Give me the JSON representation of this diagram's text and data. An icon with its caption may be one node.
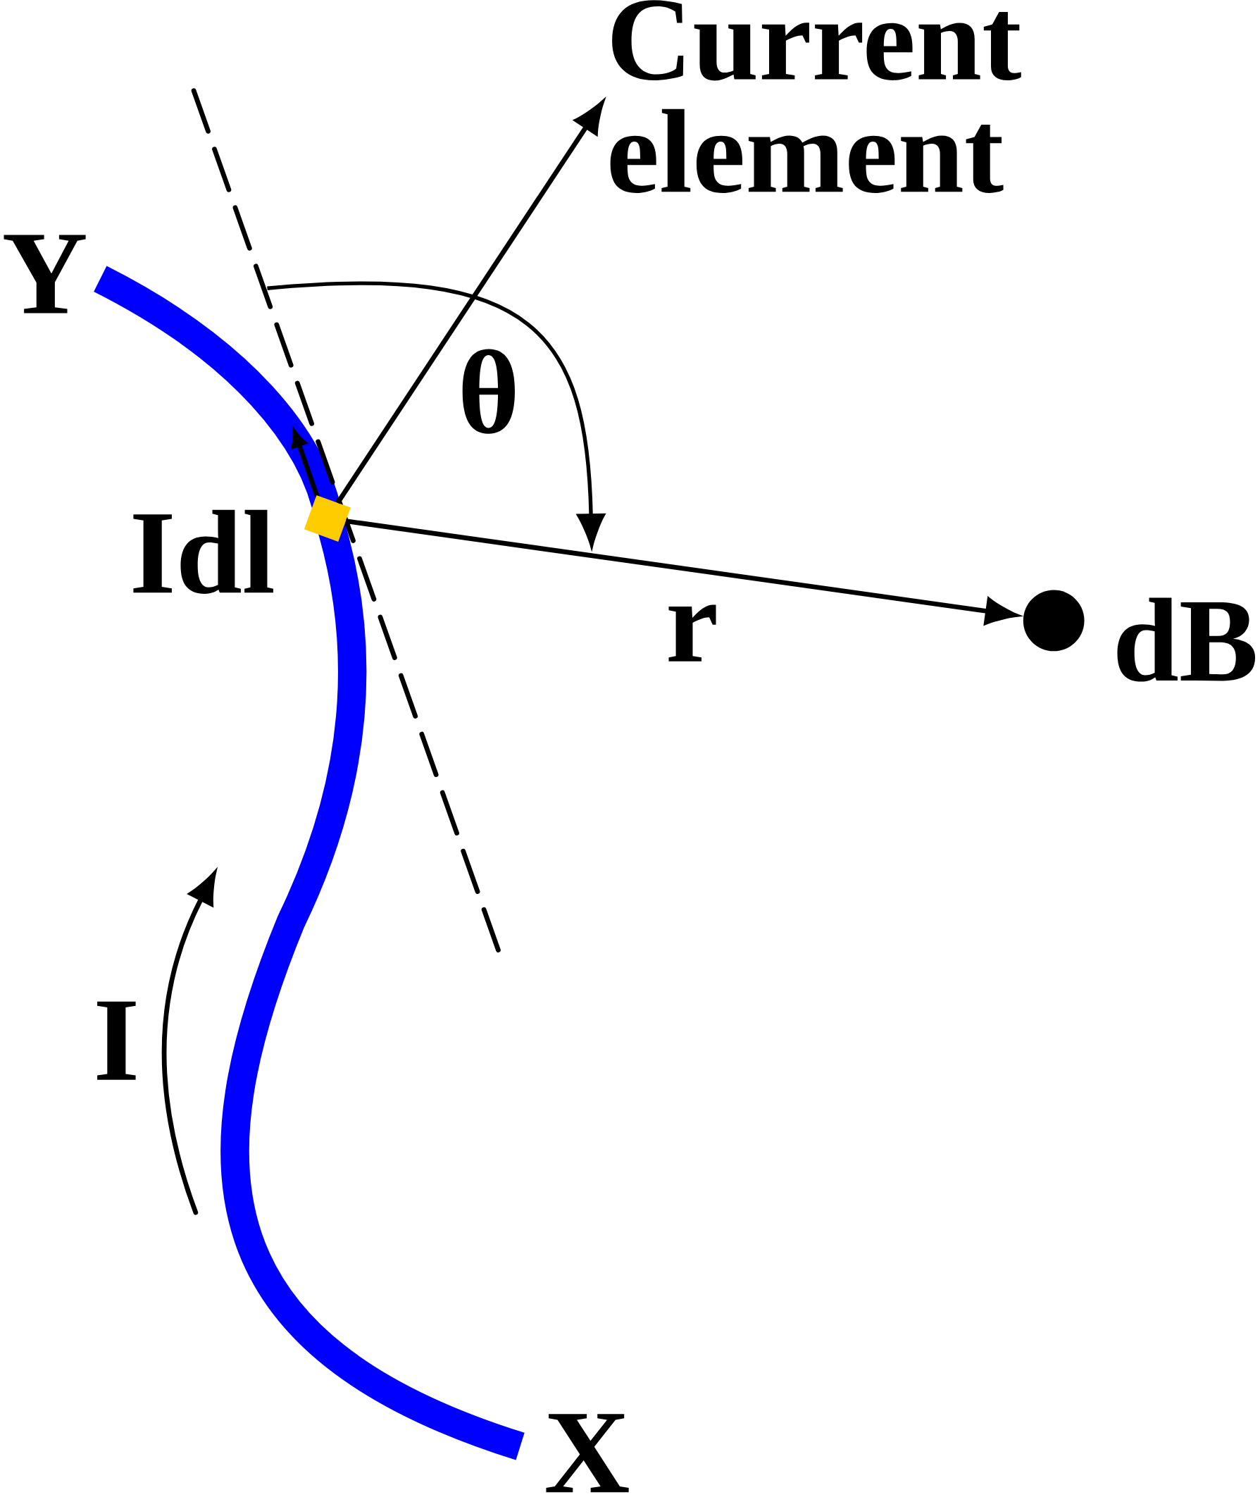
{
  "diagram": {
    "nodes": [
      {
        "text": [
          "Current element"
        ]
      },
      {
        "text": [],
        "shape": "box",
        "beside": [
          "Idl"
        ]
      },
      {
        "text": [],
        "shape": "circle",
        "beside": [
          "dB"
        ]
      }
    ],
    "edges": [
      {
        "from": 1,
        "to": 0,
        "arrow": "to"
      },
      {
        "from": 1,
        "to": 2,
        "arrow": "to",
        "label": "r"
      }
    ],
    "labels": [
      "Y",
      "θ",
      "I",
      "X"
    ]
  }
}
